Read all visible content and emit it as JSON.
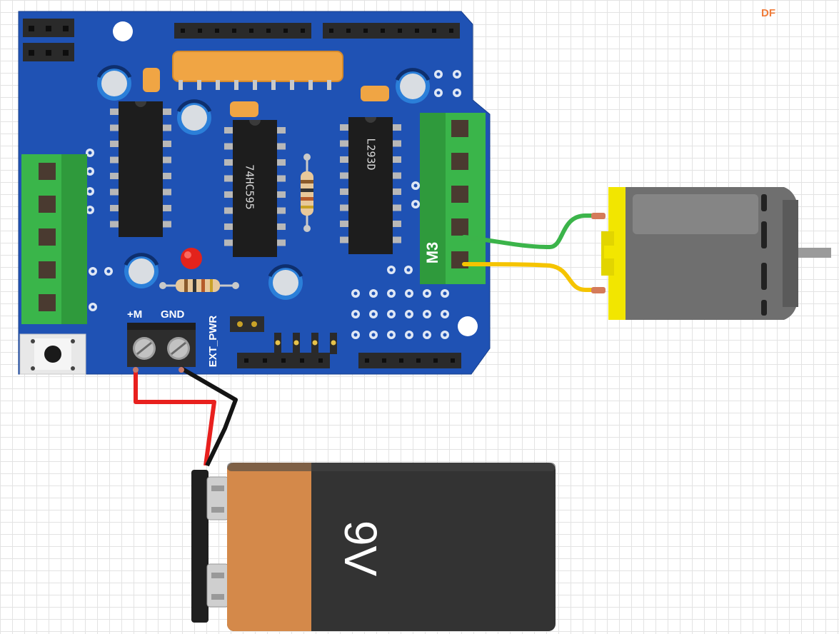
{
  "watermark": {
    "text": "DF",
    "color": "#f07c3a"
  },
  "shield": {
    "color": "#1f52b4",
    "ics": [
      {
        "label": "74HC595"
      },
      {
        "label": "L293D"
      }
    ],
    "power_terminal": {
      "plus_label": "+M",
      "gnd_label": "GND"
    },
    "ext_pwr_label": "EXT_PWR",
    "motor_port_label": "M3",
    "terminal_color": "#3ab54a"
  },
  "battery": {
    "label": "9V",
    "cap_color": "#d4894a",
    "body_color": "#333333"
  },
  "motor": {
    "cap_color": "#f2e600",
    "body_color": "#6f6f6f"
  },
  "wires": {
    "positive": "#e8201e",
    "negative": "#141414",
    "motor_a": "#3bb44a",
    "motor_b": "#f5c400"
  }
}
